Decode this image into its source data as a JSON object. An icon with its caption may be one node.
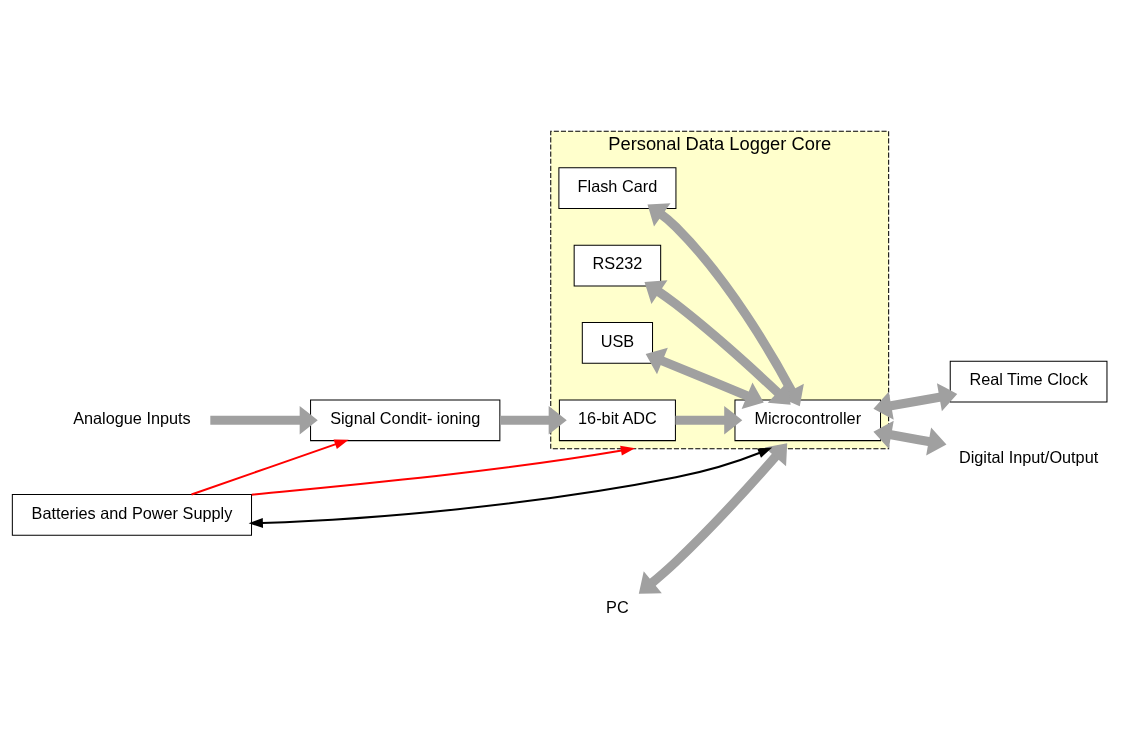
{
  "diagram": {
    "nodes": [
      {
        "text": [
          "Personal Data Logger Core"
        ]
      },
      {
        "text": [
          "Microcontroller"
        ],
        "in": 0
      },
      {
        "text": [
          "Flash Card"
        ],
        "in": 0
      },
      {
        "text": [
          "RS232"
        ],
        "in": 0
      },
      {
        "text": [
          "USB"
        ],
        "in": 0
      },
      {
        "text": [
          "16-bit ADC"
        ],
        "in": 0
      },
      {
        "text": [
          "Real Time Clock"
        ]
      },
      {
        "text": [
          "Digital Input/Output"
        ]
      },
      {
        "text": [
          "Signal Condit- ioning"
        ]
      },
      {
        "text": [
          "Analogue Inputs"
        ]
      },
      {
        "text": [
          "PC"
        ]
      },
      {
        "text": [
          "Batteries and Power Supply"
        ]
      }
    ],
    "edges": [
      {
        "from": 1,
        "to": 6,
        "arrow": "both"
      },
      {
        "from": 1,
        "to": 7,
        "arrow": "both"
      },
      {
        "from": 2,
        "to": 1,
        "arrow": "both"
      },
      {
        "from": 3,
        "to": 1,
        "arrow": "both"
      },
      {
        "from": 4,
        "to": 1,
        "arrow": "both"
      },
      {
        "from": 10,
        "to": 0,
        "arrow": "both"
      },
      {
        "from": 5,
        "to": 1,
        "arrow": "to"
      },
      {
        "from": 8,
        "to": 5,
        "arrow": "to"
      },
      {
        "from": 9,
        "to": 8,
        "arrow": "to"
      },
      {
        "from": 11,
        "to": 0,
        "arrow": "both",
        "color": "#000000"
      },
      {
        "from": 11,
        "to": 0,
        "arrow": "to",
        "color": "#ff0000"
      },
      {
        "from": 11,
        "to": 8,
        "arrow": "to",
        "color": "#ff0000"
      }
    ]
  }
}
